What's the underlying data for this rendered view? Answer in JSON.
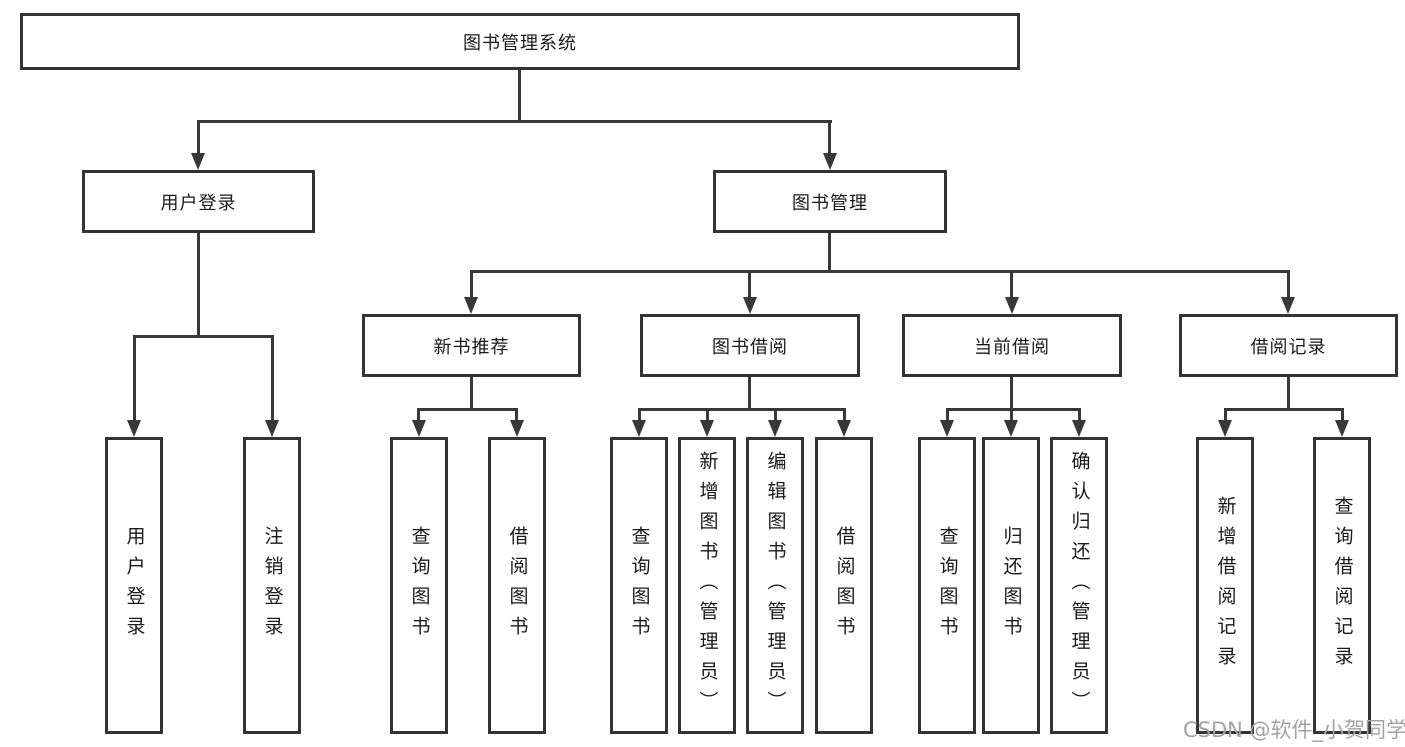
{
  "diagram": {
    "root": {
      "label": "图书管理系统"
    },
    "level2": [
      {
        "label": "用户登录"
      },
      {
        "label": "图书管理"
      }
    ],
    "level3": [
      {
        "label": "新书推荐"
      },
      {
        "label": "图书借阅"
      },
      {
        "label": "当前借阅"
      },
      {
        "label": "借阅记录"
      }
    ],
    "leaves": [
      {
        "label": "用户登录"
      },
      {
        "label": "注销登录"
      },
      {
        "label": "查询图书"
      },
      {
        "label": "借阅图书"
      },
      {
        "label": "查询图书"
      },
      {
        "label": "新增图书（管理员）"
      },
      {
        "label": "编辑图书（管理员）"
      },
      {
        "label": "借阅图书"
      },
      {
        "label": "查询图书"
      },
      {
        "label": "归还图书"
      },
      {
        "label": "确认归还（管理员）"
      },
      {
        "label": "新增借阅记录"
      },
      {
        "label": "查询借阅记录"
      }
    ]
  },
  "watermark": {
    "text": "CSDN @软件_小贺同学"
  },
  "colors": {
    "line": "#383838",
    "border": "#333333",
    "text": "#1a1a1a",
    "watermark": "#a3a3a3",
    "background": "#ffffff"
  }
}
